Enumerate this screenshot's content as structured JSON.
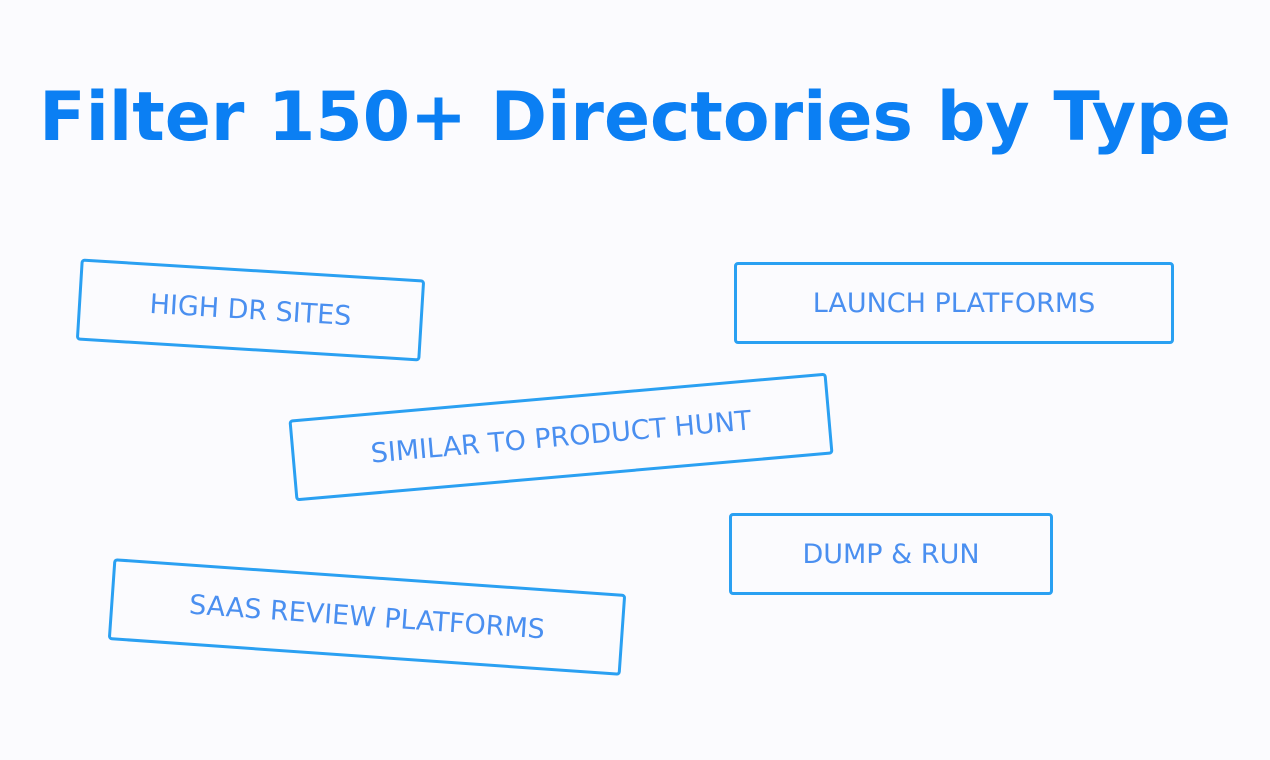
{
  "title": "Filter 150+ Directories by Type",
  "tags": [
    {
      "label": "HIGH DR SITES"
    },
    {
      "label": "LAUNCH PLATFORMS"
    },
    {
      "label": "SIMILAR TO PRODUCT HUNT"
    },
    {
      "label": "DUMP & RUN"
    },
    {
      "label": "SAAS REVIEW PLATFORMS"
    }
  ],
  "colors": {
    "title": "#0b7ff3",
    "border": "#2aa0f2",
    "tag_text": "#4a8ff0"
  }
}
